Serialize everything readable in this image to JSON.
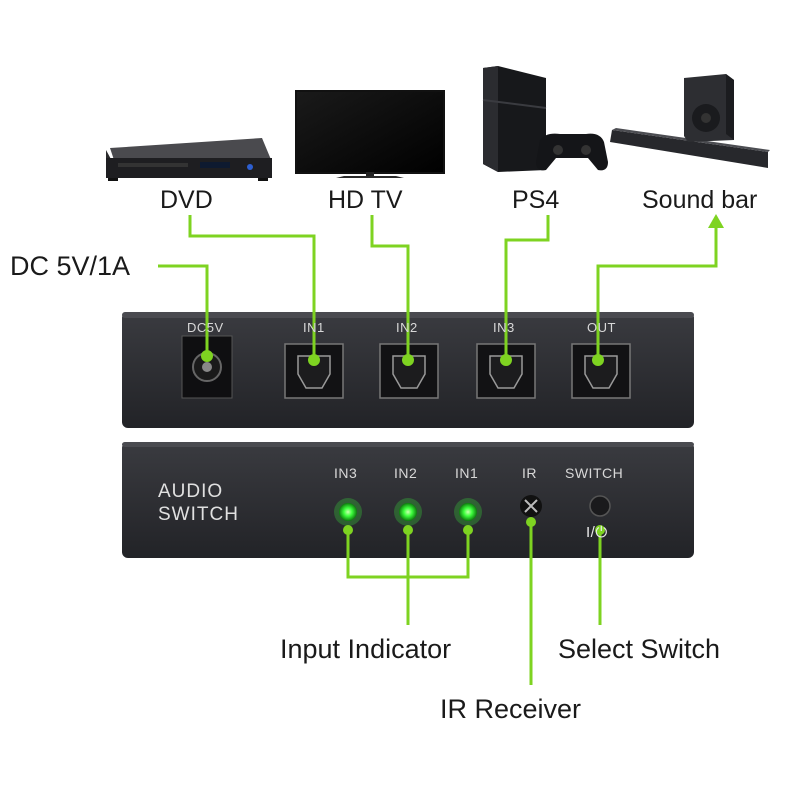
{
  "devices": {
    "dvd": "DVD",
    "tv": "HD TV",
    "ps4": "PS4",
    "soundbar": "Sound bar"
  },
  "power_label": "DC 5V/1A",
  "back_panel": {
    "ports": [
      "DC5V",
      "IN1",
      "IN2",
      "IN3",
      "OUT"
    ]
  },
  "front_panel": {
    "brand_line1": "AUDIO",
    "brand_line2": "SWITCH",
    "indicators": [
      "IN3",
      "IN2",
      "IN1"
    ],
    "ir": "IR",
    "switch": "SWITCH",
    "switch_symbol": "I/⏻"
  },
  "callouts": {
    "input_indicator": "Input Indicator",
    "select_switch": "Select Switch",
    "ir_receiver": "IR Receiver"
  },
  "colors": {
    "accent": "#7ed321",
    "led": "#3dff3d",
    "panel": "#2e2f33"
  }
}
